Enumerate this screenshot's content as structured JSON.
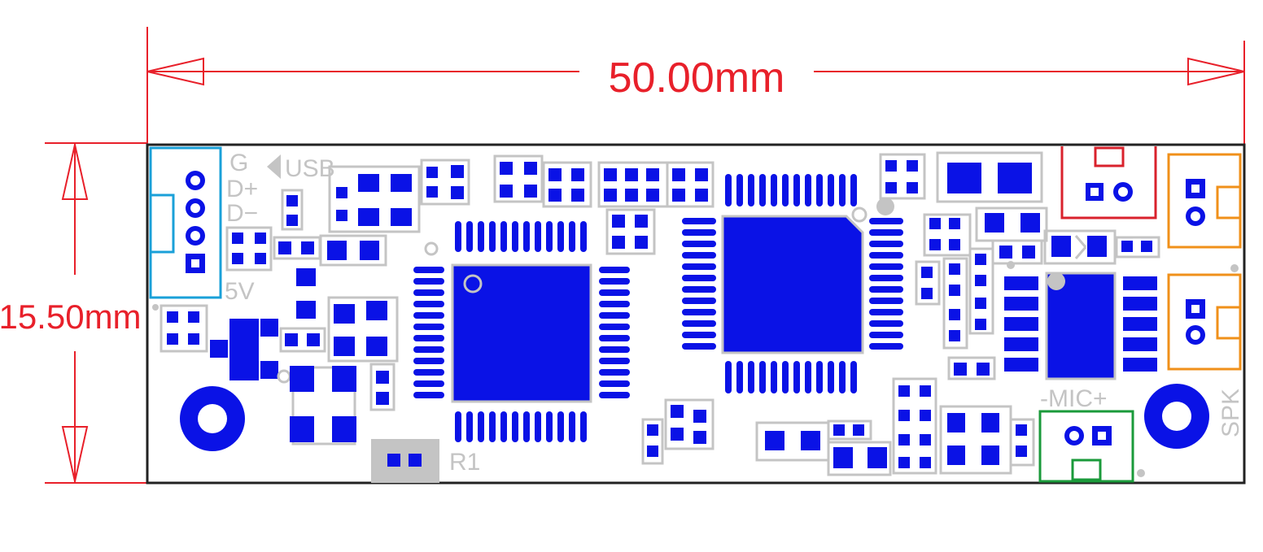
{
  "dimensions": {
    "width_label": "50.00mm",
    "height_label": "15.50mm"
  },
  "silkscreen": {
    "usb_pins": [
      "G",
      "D+",
      "D−"
    ],
    "usb_label": "USB",
    "power_label": "5V",
    "resistor_label": "R1",
    "mic_label": "-MIC+",
    "speaker_label": "SPK"
  },
  "colors": {
    "dimension": "#e8202a",
    "pad": "#0a12e6",
    "silkscreen": "#c4c4c4",
    "board_outline": "#222222",
    "usb_connector": "#1aa0d8",
    "red_connector": "#d9222c",
    "speaker_connector": "#f0901a",
    "mic_connector": "#1a9a3a",
    "background": "#ffffff"
  },
  "icons": {
    "usb_arrow": "triangle-left-icon"
  }
}
